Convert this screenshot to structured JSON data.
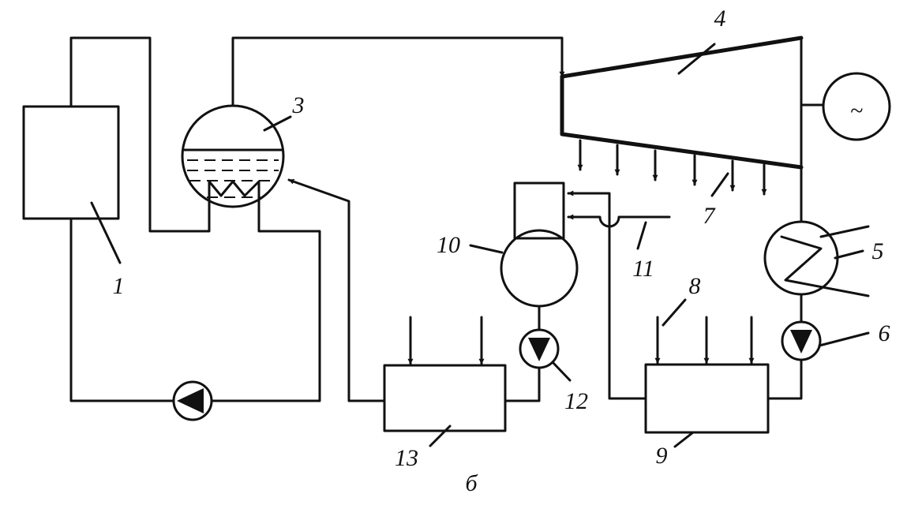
{
  "labels": {
    "n1": "1",
    "n3": "3",
    "n4": "4",
    "n5": "5",
    "n6": "6",
    "n7": "7",
    "n8": "8",
    "n9": "9",
    "n10": "10",
    "n11": "11",
    "n12": "12",
    "n13": "13",
    "caption": "б"
  },
  "generator_symbol": "~",
  "colors": {
    "line": "#111111",
    "background": "#ffffff"
  }
}
